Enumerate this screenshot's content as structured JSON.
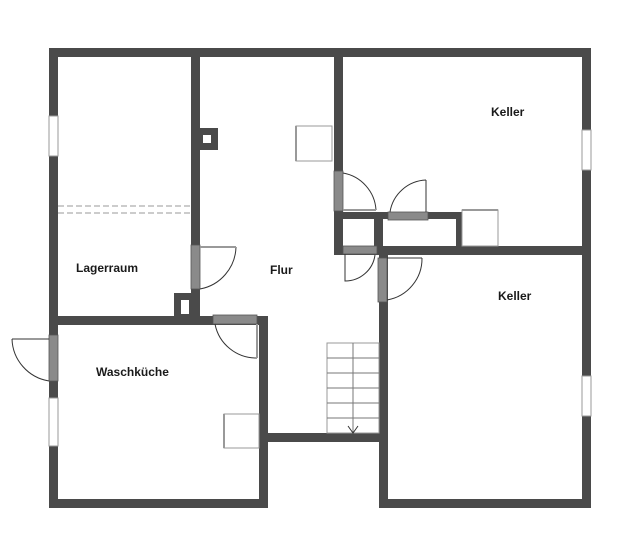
{
  "rooms": {
    "keller_top": "Keller",
    "keller_right": "Keller",
    "lagerraum": "Lagerraum",
    "flur": "Flur",
    "waschkueche": "Waschküche"
  },
  "colors": {
    "wall": "#4a4a4a",
    "background": "#ffffff",
    "door": "#8a8a8a"
  }
}
